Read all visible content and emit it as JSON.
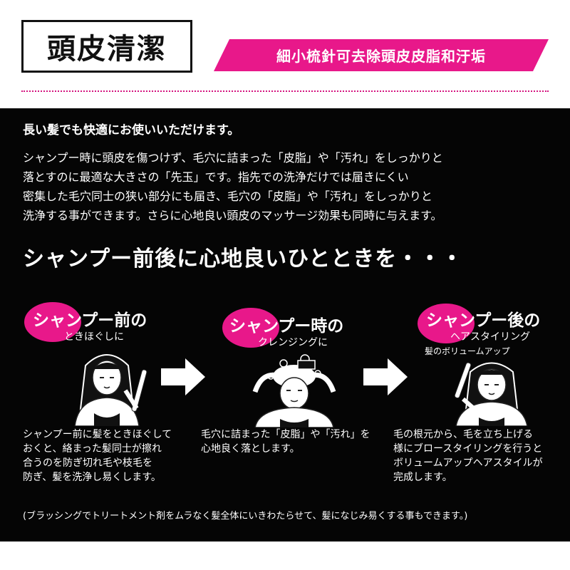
{
  "header": {
    "title": "頭皮清潔",
    "banner": "細小梳針可去除頭皮皮脂和汙垢"
  },
  "intro": {
    "lead": "長い髪でも快適にお使いいただけます。",
    "lines": [
      "シャンプー時に頭皮を傷つけず、毛穴に詰まった「皮脂」や「汚れ」をしっかりと",
      "落とすのに最適な大きさの「先玉」です。指先での洗浄だけでは届きにくい",
      "密集した毛穴同士の狭い部分にも届き、毛穴の「皮脂」や「汚れ」をしっかりと",
      "洗浄する事ができます。さらに心地良い頭皮のマッサージ効果も同時に与えます。"
    ]
  },
  "headline": "シャンプー前後に心地良いひとときを・・・",
  "stages": [
    {
      "title": "シャンプー前の",
      "sub": "ときほぐしに",
      "sub2": "",
      "desc": [
        "シャンプー前に髪をときほぐして",
        "おくと、絡まった髪同士が擦れ",
        "合うのを防ぎ切れ毛や枝毛を",
        "防ぎ、髪を洗浄し易くします。"
      ]
    },
    {
      "title": "シャンプー時の",
      "sub": "クレンジングに",
      "sub2": "",
      "desc": [
        "毛穴に詰まった「皮脂」や「汚れ」を",
        "心地良く落とします。"
      ]
    },
    {
      "title": "シャンプー後の",
      "sub": "ヘアスタイリング",
      "sub2": "髪のボリュームアップ",
      "desc": [
        "毛の根元から、毛を立ち上げる",
        "様にブロースタイリングを行うと",
        "ボリュームアップヘアスタイルが",
        "完成します。"
      ]
    }
  ],
  "footnote": "(ブラッシングでトリートメント剤をムラなく髪全体にいきわたらせて、髪になじみ易くする事もできます。)",
  "colors": {
    "accent": "#e8188a",
    "background": "#050505",
    "text": "#ffffff"
  },
  "icons": [
    "right-arrow-icon",
    "woman-brushing-illustration",
    "woman-shampooing-illustration",
    "woman-styling-illustration"
  ]
}
